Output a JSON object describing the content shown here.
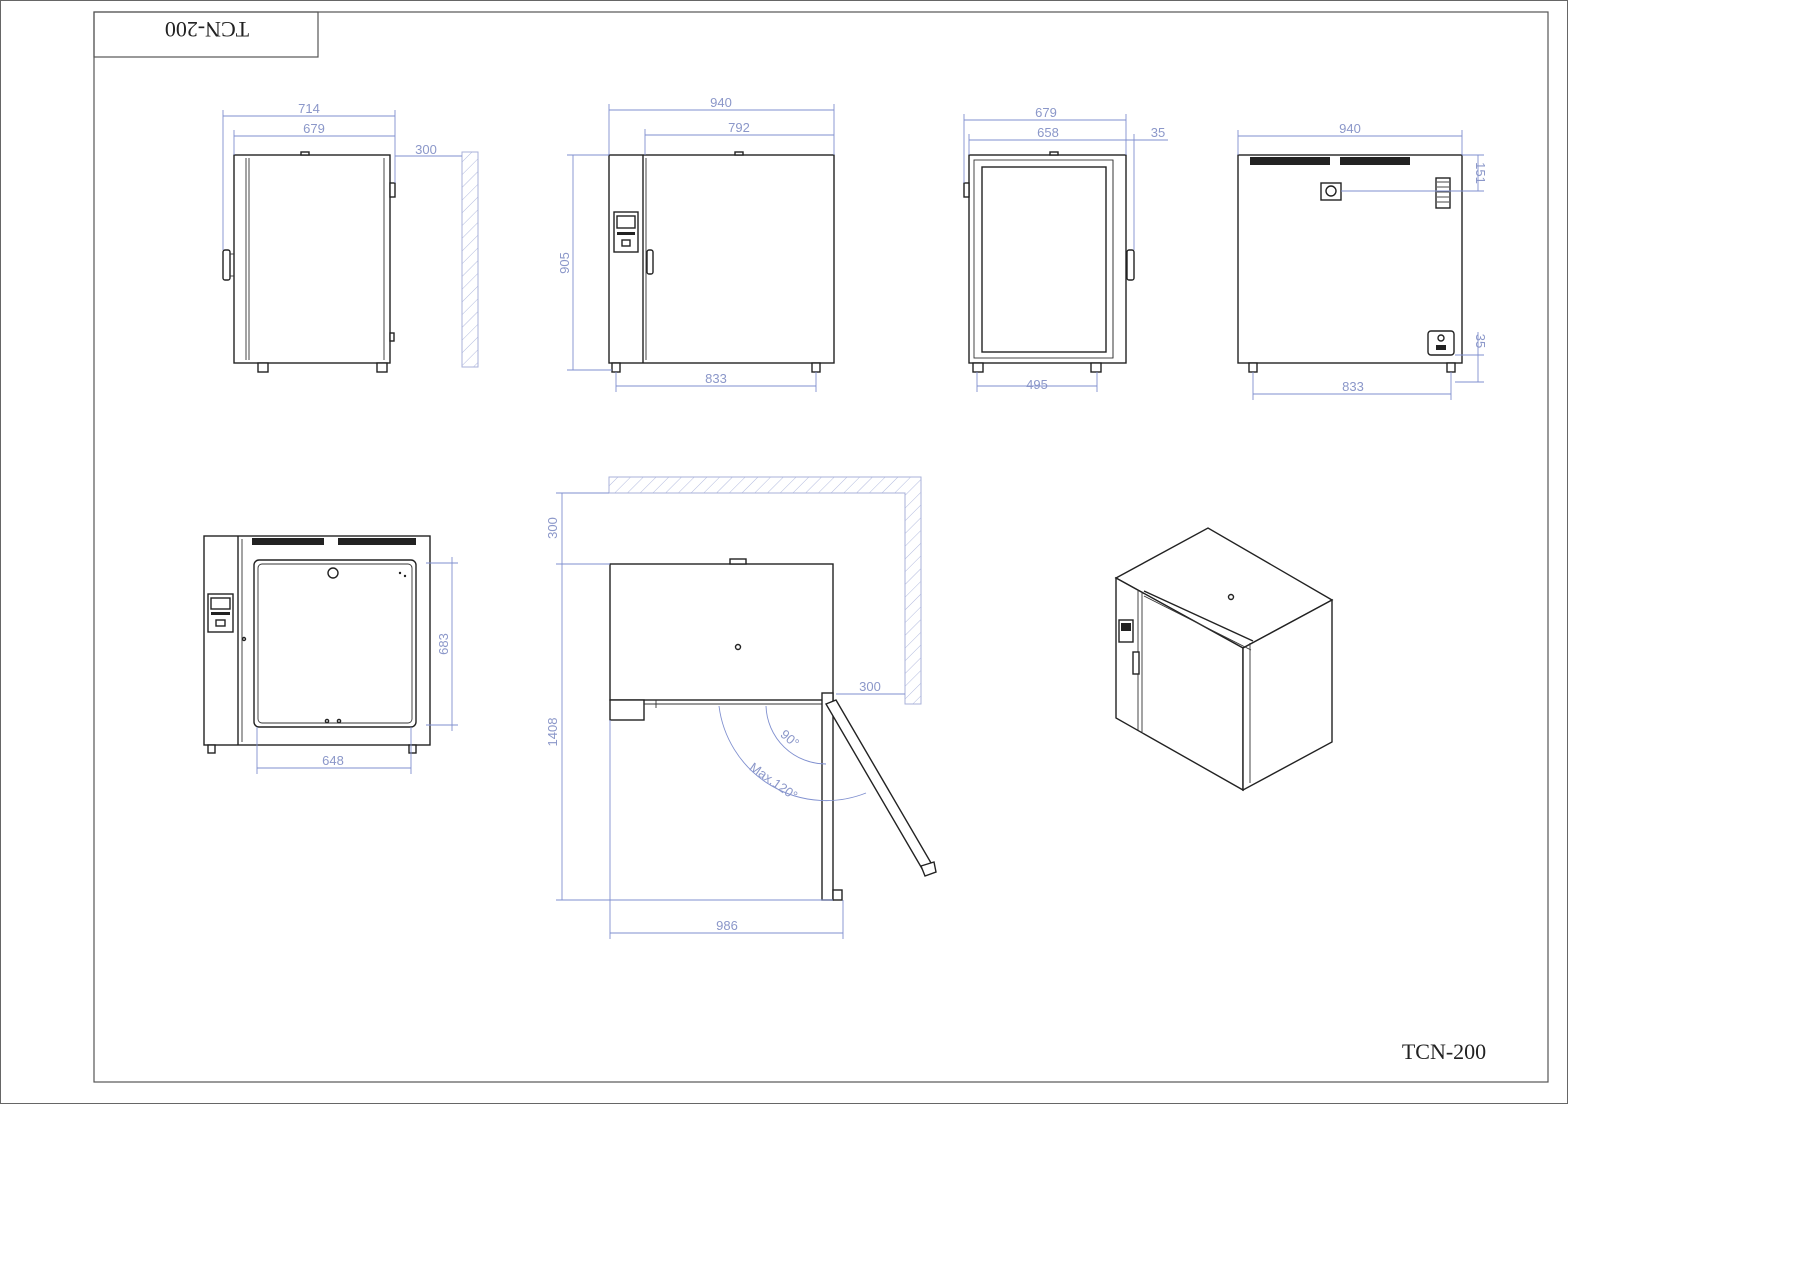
{
  "title_block": {
    "model_top": "TCN-200",
    "model_bottom": "TCN-200"
  },
  "views": {
    "side": {
      "width_outer": "714",
      "width_body": "679",
      "wall_clearance": "300"
    },
    "front": {
      "width_total": "940",
      "width_door": "792",
      "height": "905",
      "feet_span": "833"
    },
    "rear_open": {
      "width_outer": "679",
      "width_inner": "658",
      "handle_offset": "35",
      "feet_span": "495"
    },
    "back": {
      "width_total": "940",
      "fan_offset": "151",
      "foot_height": "35",
      "feet_span": "833"
    },
    "front_open": {
      "chamber_height": "683",
      "chamber_width": "648"
    },
    "top_plan": {
      "wall_clearance_back": "300",
      "wall_clearance_side": "300",
      "depth_total": "1408",
      "width_total": "986",
      "door_angle_90": "90°",
      "door_angle_max": "Max.120°"
    }
  }
}
